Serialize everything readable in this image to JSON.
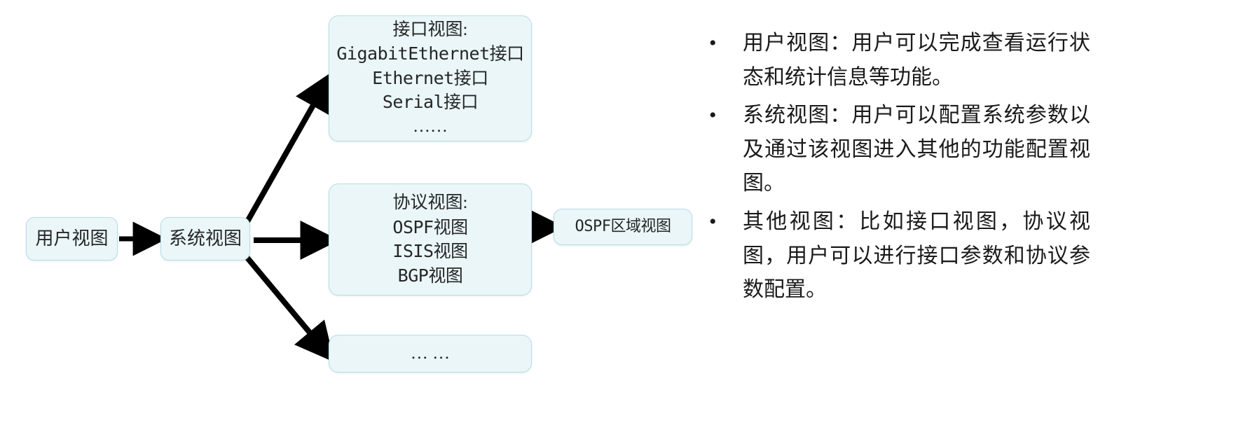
{
  "diagram": {
    "nodes": [
      {
        "id": "user-view",
        "lines": [
          "用户视图"
        ]
      },
      {
        "id": "system-view",
        "lines": [
          "系统视图"
        ]
      },
      {
        "id": "interface-view",
        "lines": [
          "接口视图:",
          "GigabitEthernet接口",
          "Ethernet接口",
          "Serial接口",
          "……"
        ]
      },
      {
        "id": "protocol-view",
        "lines": [
          "协议视图:",
          "OSPF视图",
          "ISIS视图",
          "BGP视图"
        ]
      },
      {
        "id": "other-view",
        "lines": [
          "… …"
        ]
      },
      {
        "id": "ospf-area-view",
        "lines": [
          "OSPF区域视图"
        ]
      }
    ],
    "colors": {
      "node_fill": "#eaf6f8",
      "node_border": "#b9dde6",
      "arrow": "#000000",
      "text": "#262626"
    }
  },
  "bullets": [
    {
      "text": "用户视图：用户可以完成查看运行状态和统计信息等功能。",
      "marker": "•"
    },
    {
      "text": "系统视图：用户可以配置系统参数以及通过该视图进入其他的功能配置视图。",
      "marker": "•"
    },
    {
      "text": "其他视图：比如接口视图，协议视图，用户可以进行接口参数和协议参数配置。",
      "marker": "•"
    }
  ]
}
